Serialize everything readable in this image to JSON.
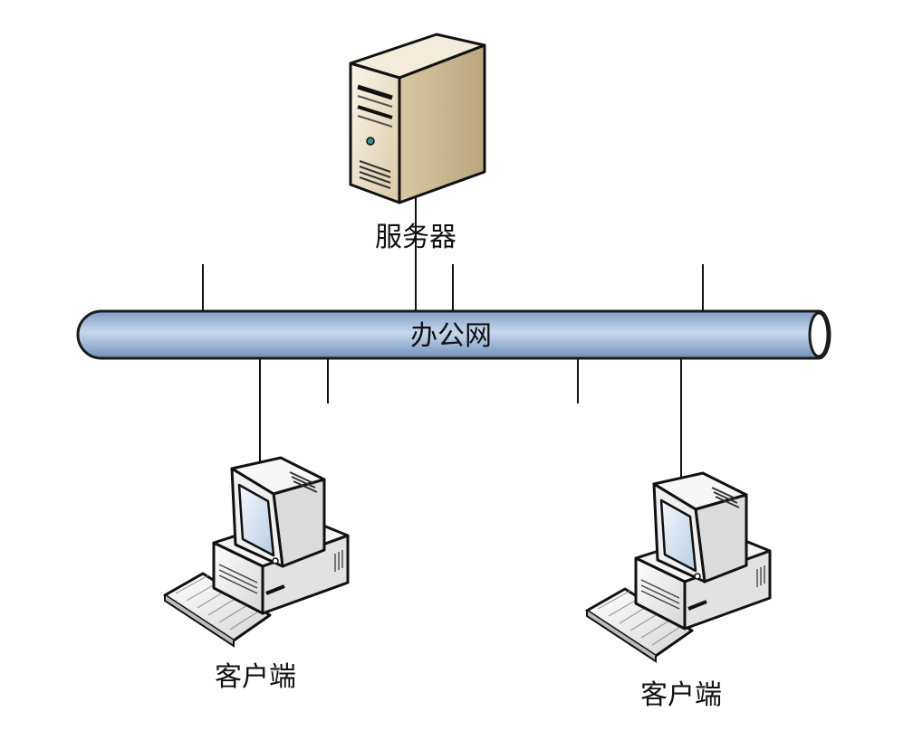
{
  "diagram": {
    "nodes": {
      "server": {
        "label": "服务器",
        "icon": "server-tower-icon"
      },
      "network": {
        "label": "办公网",
        "icon": "network-bus-icon"
      },
      "client_left": {
        "label": "客户端",
        "icon": "desktop-computer-icon"
      },
      "client_right": {
        "label": "客户端",
        "icon": "desktop-computer-icon"
      }
    },
    "colors": {
      "bus_fill": "#a9c1de",
      "bus_stroke": "#1b1b1b",
      "server_fill": "#e3d7bd",
      "monitor_screen": "#d8e5f2"
    }
  }
}
